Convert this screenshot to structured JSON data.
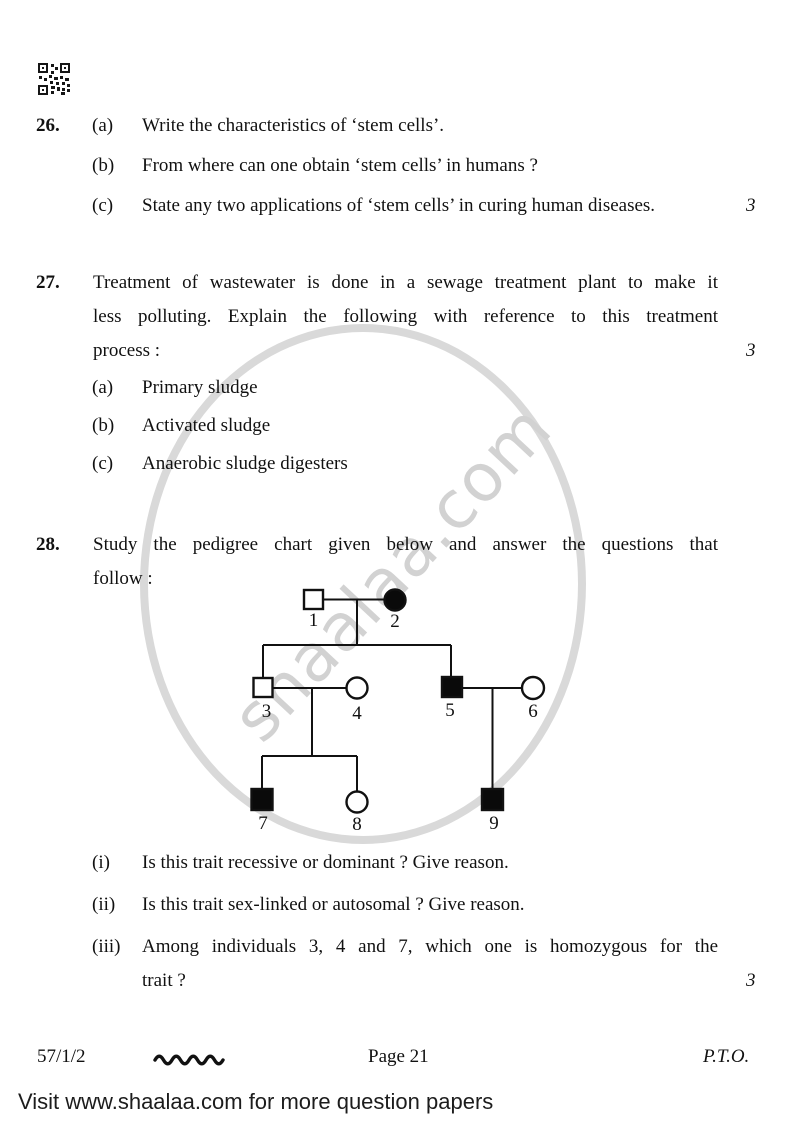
{
  "watermark": {
    "text": "shaalaa.com",
    "ring_color": "#d9d9d9",
    "text_color": "#d2d2d2"
  },
  "questions": {
    "q26": {
      "number": "26.",
      "parts": [
        {
          "label": "(a)",
          "text": "Write the characteristics of ‘stem cells’."
        },
        {
          "label": "(b)",
          "text": "From where can one obtain ‘stem cells’ in humans ?"
        },
        {
          "label": "(c)",
          "text": "State any two applications of ‘stem cells’ in curing human diseases.",
          "marks": "3"
        }
      ]
    },
    "q27": {
      "number": "27.",
      "intro_lines": [
        "Treatment of wastewater is done in a sewage treatment plant to make it",
        "less polluting. Explain the following with reference to this treatment",
        "process :"
      ],
      "marks": "3",
      "parts": [
        {
          "label": "(a)",
          "text": "Primary sludge"
        },
        {
          "label": "(b)",
          "text": "Activated sludge"
        },
        {
          "label": "(c)",
          "text": "Anaerobic sludge digesters"
        }
      ]
    },
    "q28": {
      "number": "28.",
      "intro_lines": [
        "Study the pedigree chart given below and answer the questions that",
        "follow :"
      ],
      "pedigree": {
        "individuals": [
          {
            "label": "1",
            "shape": "square",
            "affected": false
          },
          {
            "label": "2",
            "shape": "circle",
            "affected": true
          },
          {
            "label": "3",
            "shape": "square",
            "affected": false
          },
          {
            "label": "4",
            "shape": "circle",
            "affected": false
          },
          {
            "label": "5",
            "shape": "square",
            "affected": true
          },
          {
            "label": "6",
            "shape": "circle",
            "affected": false
          },
          {
            "label": "7",
            "shape": "square",
            "affected": true
          },
          {
            "label": "8",
            "shape": "circle",
            "affected": false
          },
          {
            "label": "9",
            "shape": "square",
            "affected": true
          }
        ]
      },
      "subquestions": [
        {
          "label": "(i)",
          "lines": [
            "Is this trait recessive or dominant ? Give reason."
          ]
        },
        {
          "label": "(ii)",
          "lines": [
            "Is this trait sex-linked or autosomal ? Give reason."
          ]
        },
        {
          "label": "(iii)",
          "lines": [
            "Among individuals 3, 4 and 7, which one is homozygous for the",
            "trait ?"
          ],
          "marks": "3"
        }
      ]
    }
  },
  "footer": {
    "paper_code": "57/1/2",
    "page_label": "Page 21",
    "pto_label": "P.T.O.",
    "visit_line": "Visit www.shaalaa.com for more question papers"
  }
}
